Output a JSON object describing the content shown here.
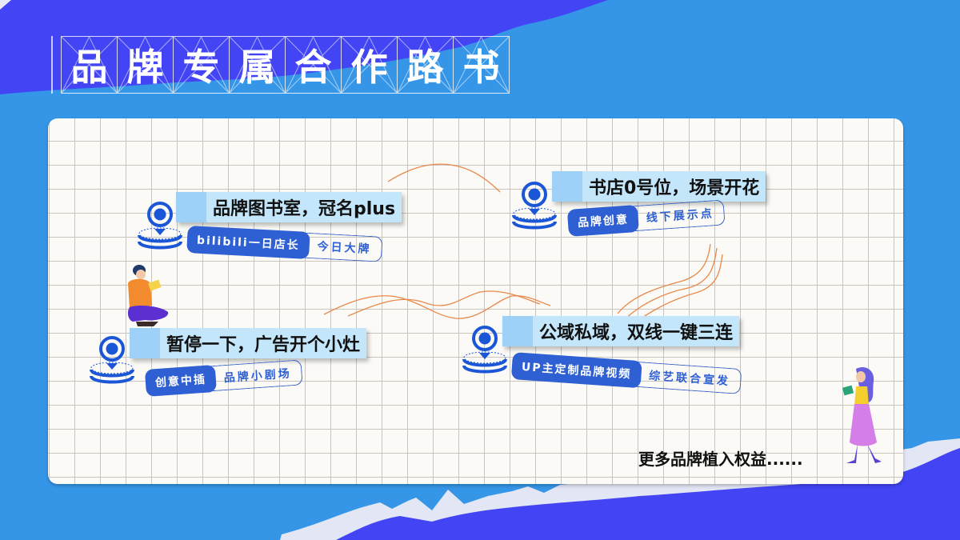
{
  "title": {
    "chars": [
      "品",
      "牌",
      "专",
      "属",
      "合",
      "作",
      "路",
      "书"
    ],
    "full": "品牌专属合作路书"
  },
  "colors": {
    "background_blue": "#3596e8",
    "background_deep_blue": "#4345f5",
    "card_bg": "#fbfaf6",
    "headline_bg": "#c4e6fb",
    "tag_blue": "#2e5fd3",
    "curve_orange": "#e8894a"
  },
  "items": [
    {
      "headline": "品牌图书室，冠名plus",
      "tag_main": "bilibili一日店长",
      "tag_sub": "今日大牌",
      "icon": "location-pin-icon"
    },
    {
      "headline": "书店0号位，场景开花",
      "tag_main": "品牌创意",
      "tag_sub": "线下展示点",
      "icon": "location-pin-icon"
    },
    {
      "headline": "暂停一下，广告开个小灶",
      "tag_main": "创意中插",
      "tag_sub": "品牌小剧场",
      "icon": "location-pin-icon"
    },
    {
      "headline": "公域私域，双线一键三连",
      "tag_main": "UP主定制品牌视频",
      "tag_sub": "综艺联合宣发",
      "icon": "location-pin-icon"
    }
  ],
  "footer": {
    "text": "更多品牌植入权益......"
  },
  "illustrations": {
    "left": "reading-boy-illustration",
    "right": "reading-girl-illustration"
  }
}
